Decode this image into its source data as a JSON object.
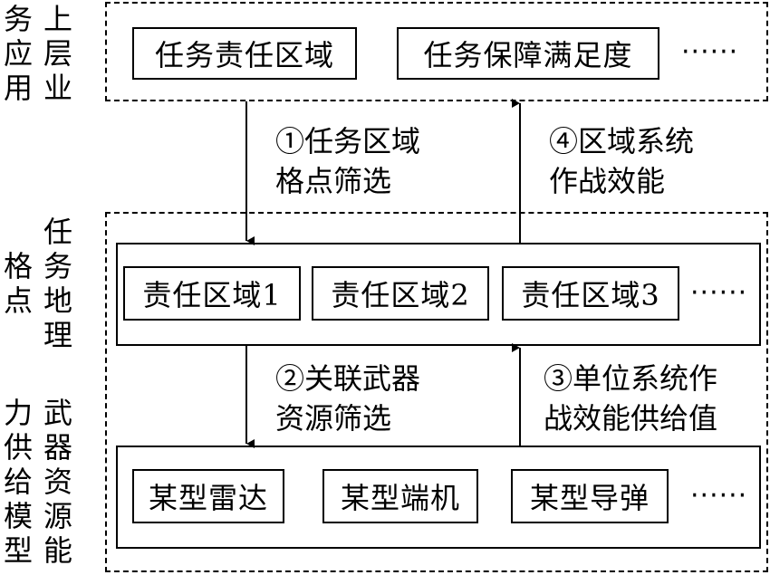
{
  "layers": {
    "top": {
      "label_col1": "务应用",
      "label_col2": "上层业",
      "boxes": [
        "任务责任区域",
        "任务保障满足度"
      ],
      "ellipsis": "······"
    },
    "middle": {
      "label_col1": "格点",
      "label_col2": "任务地理",
      "boxes": [
        "责任区域1",
        "责任区域2",
        "责任区域3"
      ],
      "ellipsis": "······"
    },
    "bottom": {
      "label_col1": "力供给模型",
      "label_col2": "武器资源能",
      "boxes": [
        "某型雷达",
        "某型端机",
        "某型导弹"
      ],
      "ellipsis": "······"
    }
  },
  "steps": {
    "step1": {
      "line1": "①任务区域",
      "line2": "格点筛选"
    },
    "step2": {
      "line1": "②关联武器",
      "line2": "资源筛选"
    },
    "step3": {
      "line1": "③单位系统作",
      "line2": "战效能供给值"
    },
    "step4": {
      "line1": "④区域系统",
      "line2": "作战效能"
    }
  }
}
